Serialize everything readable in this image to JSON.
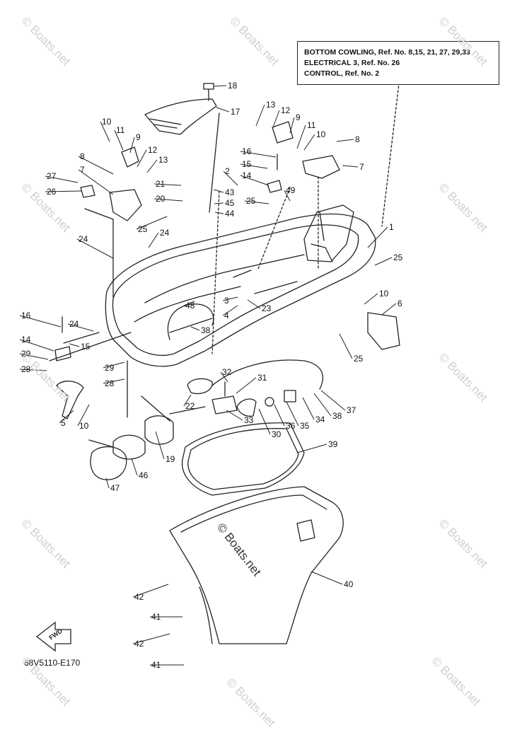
{
  "reference_box": {
    "lines": [
      "BOTTOM COWLING,  Ref. No. 8,15, 21, 27, 29,33",
      "ELECTRICAL 3,  Ref. No. 26",
      "CONTROL,  Ref. No. 2"
    ]
  },
  "diagram_code": "68V5110-E170",
  "fwd_label": "FWD",
  "watermark": "© Boats.net",
  "callouts": [
    "18",
    "17",
    "13",
    "12",
    "9",
    "11",
    "10",
    "8",
    "7",
    "10",
    "11",
    "9",
    "12",
    "13",
    "16",
    "15",
    "14",
    "8",
    "7",
    "27",
    "26",
    "21",
    "20",
    "2",
    "43",
    "45",
    "44",
    "25",
    "49",
    "25",
    "24",
    "24",
    "1",
    "25",
    "10",
    "6",
    "16",
    "14",
    "15",
    "24",
    "29",
    "28",
    "29",
    "28",
    "5",
    "10",
    "48",
    "38",
    "3",
    "4",
    "23",
    "32",
    "31",
    "22",
    "33",
    "30",
    "36",
    "35",
    "34",
    "38",
    "37",
    "25",
    "19",
    "46",
    "47",
    "39",
    "40",
    "42",
    "41",
    "42",
    "41"
  ]
}
